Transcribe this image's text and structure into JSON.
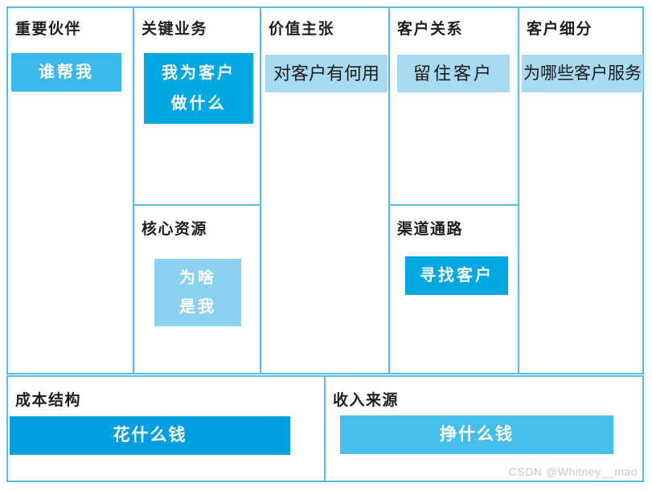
{
  "canvas": {
    "cells": {
      "key_partners": {
        "title": "重要伙伴",
        "note": "谁帮我"
      },
      "key_activities": {
        "title": "关键业务",
        "note_line1": "我为客户",
        "note_line2": "做什么"
      },
      "key_resources": {
        "title": "核心资源",
        "note_line1": "为啥",
        "note_line2": "是我"
      },
      "value_proposition": {
        "title": "价值主张",
        "note": "对客户有何用"
      },
      "customer_relationships": {
        "title": "客户关系",
        "note": "留住客户"
      },
      "channels": {
        "title": "渠道通路",
        "note": "寻找客户"
      },
      "customer_segments": {
        "title": "客户细分",
        "note": "为哪些客户服务"
      },
      "cost_structure": {
        "title": "成本结构",
        "note": "花什么钱"
      },
      "revenue_streams": {
        "title": "收入来源",
        "note": "挣什么钱"
      }
    },
    "watermark": "CSDN @Whitney__mao",
    "colors": {
      "grid_border": "#55bee8",
      "note_strong_cyan": "#00a8e3",
      "note_medium_cyan": "#3bb9ea",
      "note_soft_cyan": "#8ad1f0",
      "note_pale_blue": "#a8dbf1",
      "cost_bar": "#009fe2",
      "revenue_bar": "#45beec",
      "note_text_white": "#ffffff",
      "note_text_dark": "#1a1a1a",
      "watermark_gray": "#c8c8c8"
    }
  }
}
